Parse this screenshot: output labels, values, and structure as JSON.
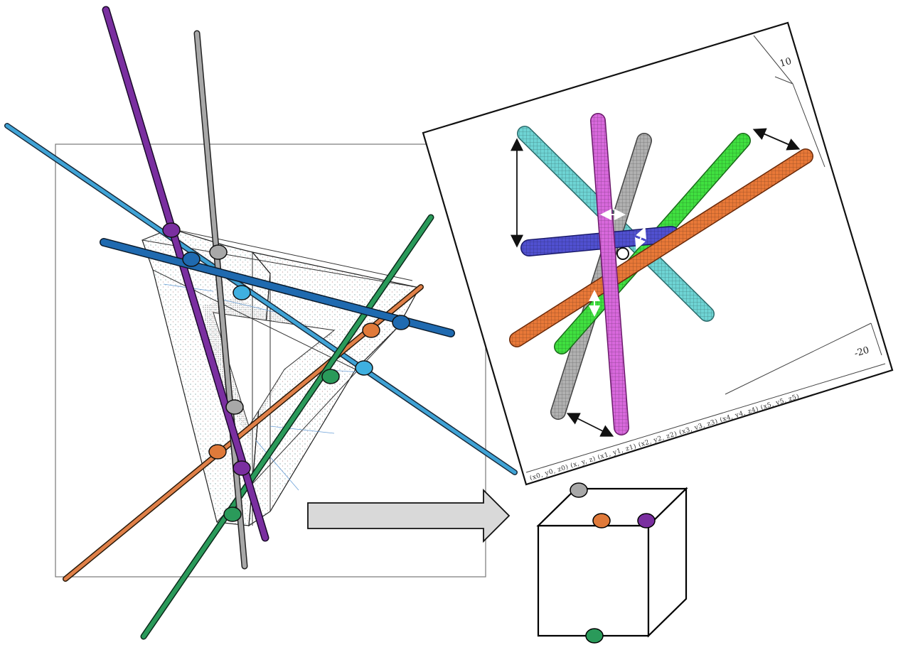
{
  "inset": {
    "tick_top": "10",
    "tick_bottom": "-20",
    "coord_label": "(x0, y0, z0) (x, y, z) (x1, y1, z1) (x2, y2, z2) (x3, y3, z3) (x4, y4, z4) (x5, y5, z5)"
  },
  "colors": {
    "purple": "#7a2f9e",
    "gray": "#a0a0a0",
    "blue": "#1f6aa8",
    "cyan": "#3fb0e0",
    "orange": "#d8743a",
    "green": "#239a55",
    "tube_cyan": "#5fd0d0",
    "tube_magenta": "#d060d8",
    "tube_gray": "#9a9a9a",
    "tube_green": "#3ed83e",
    "tube_orange": "#e07038",
    "tube_blue": "#4848c8"
  }
}
